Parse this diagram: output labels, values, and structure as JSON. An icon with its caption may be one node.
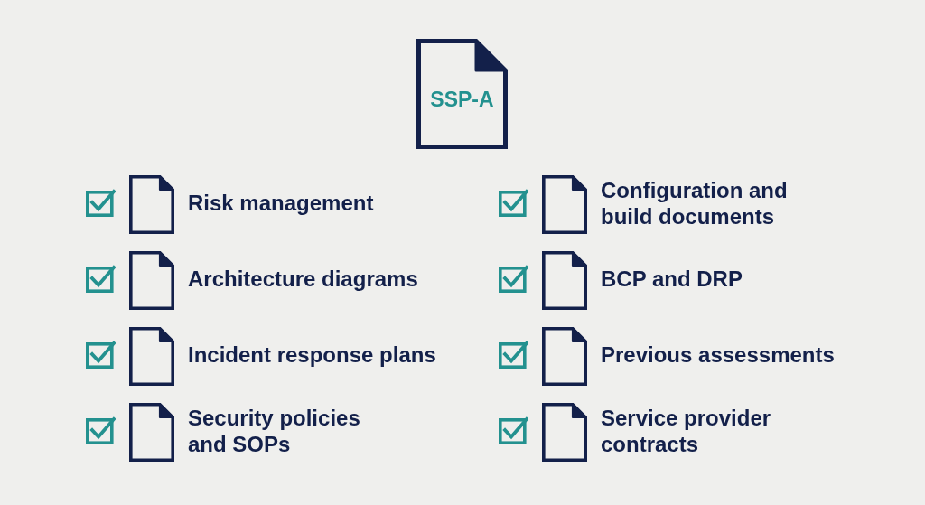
{
  "diagram": {
    "nodes": [
      {
        "text": [
          "SSP-A"
        ]
      },
      {
        "text": [],
        "shape": "document",
        "beside": [
          "Risk management"
        ]
      },
      {
        "text": [],
        "shape": "document",
        "beside": [
          "Configuration and build documents"
        ]
      },
      {
        "text": [],
        "shape": "document",
        "beside": [
          "Architecture diagrams"
        ]
      },
      {
        "text": [],
        "shape": "document",
        "beside": [
          "BCP and DRP"
        ]
      },
      {
        "text": [],
        "shape": "document",
        "beside": [
          "Incident response plans"
        ]
      },
      {
        "text": [],
        "shape": "document",
        "beside": [
          "Previous assessments"
        ]
      },
      {
        "text": [],
        "shape": "document",
        "beside": [
          "Security policies and SOPs"
        ]
      },
      {
        "text": [],
        "shape": "document",
        "beside": [
          "Service provider contracts"
        ]
      }
    ]
  }
}
